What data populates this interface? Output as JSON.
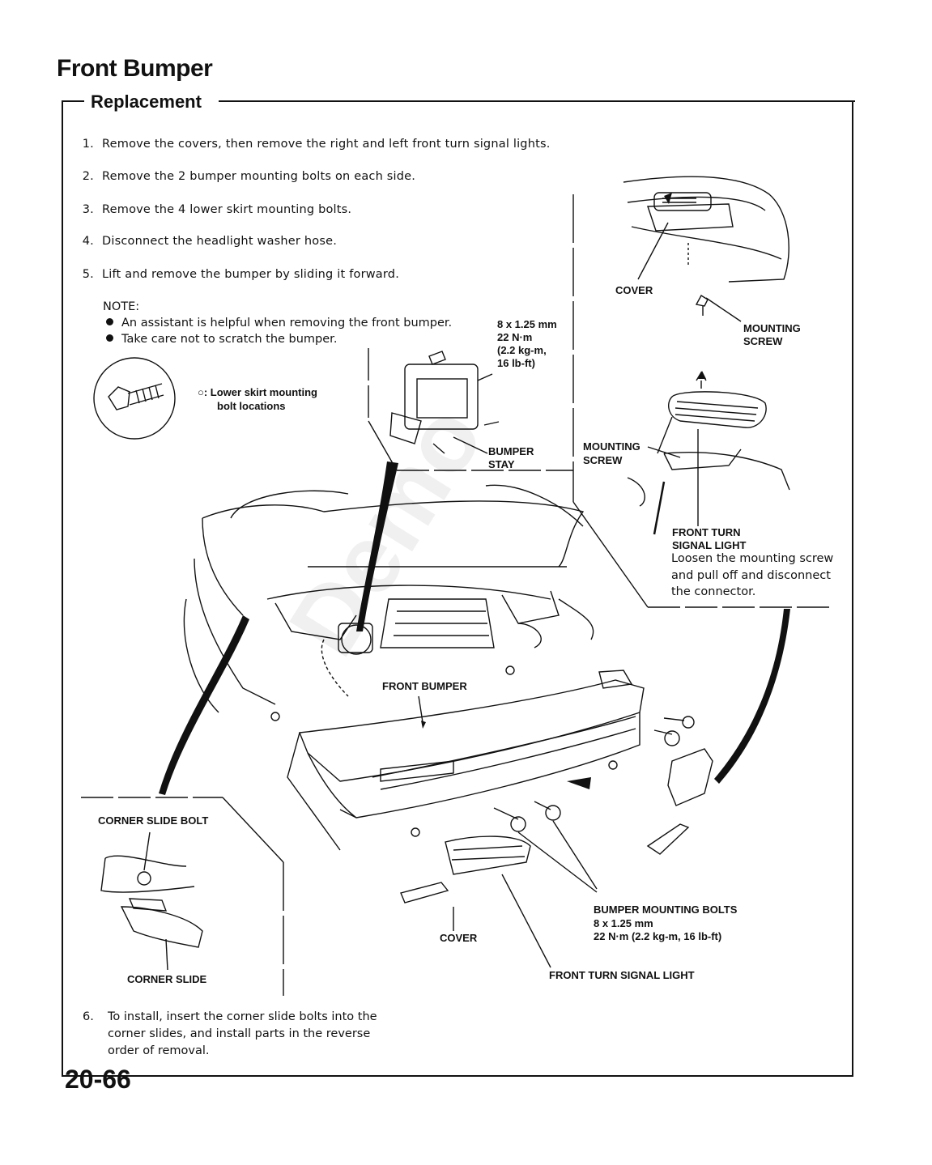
{
  "page": {
    "title": "Front Bumper",
    "section": "Replacement",
    "page_number": "20-66"
  },
  "steps": [
    {
      "num": "1.",
      "text": "Remove the covers, then remove the right and left front turn signal lights."
    },
    {
      "num": "2.",
      "text": "Remove the 2 bumper mounting bolts on each side."
    },
    {
      "num": "3.",
      "text": "Remove the 4 lower skirt mounting bolts."
    },
    {
      "num": "4.",
      "text": "Disconnect the headlight washer hose."
    },
    {
      "num": "5.",
      "text": "Lift and remove the bumper by sliding it forward."
    }
  ],
  "note": {
    "heading": "NOTE:",
    "items": [
      "An assistant is helpful when removing the front bumper.",
      "Take care not to scratch the bumper."
    ]
  },
  "labels": {
    "lower_skirt_line1": "○: Lower skirt mounting",
    "lower_skirt_line2": "bolt locations",
    "torque_stay_1": "8 x 1.25 mm",
    "torque_stay_2": "22 N·m",
    "torque_stay_3": "(2.2 kg-m,",
    "torque_stay_4": "16 lb-ft)",
    "bumper_stay_1": "BUMPER",
    "bumper_stay_2": "STAY",
    "cover_top": "COVER",
    "mounting_screw_top_1": "MOUNTING",
    "mounting_screw_top_2": "SCREW",
    "mounting_screw_mid_1": "MOUNTING",
    "mounting_screw_mid_2": "SCREW",
    "front_turn_1": "FRONT TURN",
    "front_turn_2": "SIGNAL LIGHT",
    "loosen_1": "Loosen the mounting screw",
    "loosen_2": "and pull off and disconnect",
    "loosen_3": "the connector.",
    "front_bumper": "FRONT BUMPER",
    "corner_slide_bolt": "CORNER SLIDE BOLT",
    "corner_slide": "CORNER SLIDE",
    "cover_bottom": "COVER",
    "bumper_bolts_1": "BUMPER MOUNTING BOLTS",
    "bumper_bolts_2": "8 x 1.25 mm",
    "bumper_bolts_3": "22 N·m (2.2 kg-m, 16 lb-ft)",
    "front_turn_signal_light": "FRONT TURN SIGNAL LIGHT"
  },
  "step6": {
    "num": "6.",
    "line1": "To install, insert the corner slide bolts into the",
    "line2": "corner slides, and install parts in the reverse",
    "line3": "order of removal."
  }
}
